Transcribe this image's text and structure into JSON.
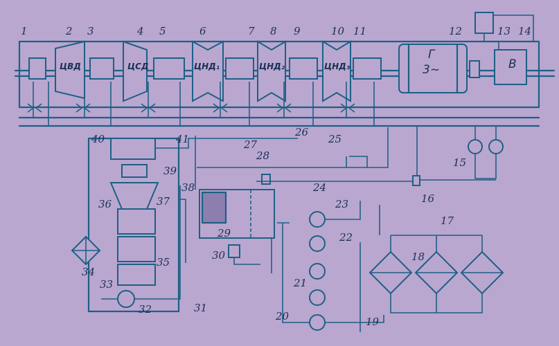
{
  "figure": {
    "numbers": {
      "n1": "1",
      "n2": "2",
      "n3": "3",
      "n4": "4",
      "n5": "5",
      "n6": "6",
      "n7": "7",
      "n8": "8",
      "n9": "9",
      "n10": "10",
      "n11": "11",
      "n12": "12",
      "n13": "13",
      "n14": "14",
      "n15": "15",
      "n16": "16",
      "n17": "17",
      "n18": "18",
      "n19": "19",
      "n20": "20",
      "n21": "21",
      "n22": "22",
      "n23": "23",
      "n24": "24",
      "n25": "25",
      "n26": "26",
      "n27": "27",
      "n28": "28",
      "n29": "29",
      "n30": "30",
      "n31": "31",
      "n32": "32",
      "n33": "33",
      "n34": "34",
      "n35": "35",
      "n36": "36",
      "n37": "37",
      "n38": "38",
      "n39": "39",
      "n40": "40",
      "n41": "41"
    },
    "units": {
      "hp_turbine": "ЦВД",
      "ip_turbine": "ЦСД",
      "lp_turbine_1": "ЦНД₁",
      "lp_turbine_2": "ЦНД₂",
      "lp_turbine_3": "ЦНД₃",
      "generator": "Г",
      "generator_symbol": "3~",
      "exciter": "В"
    }
  }
}
